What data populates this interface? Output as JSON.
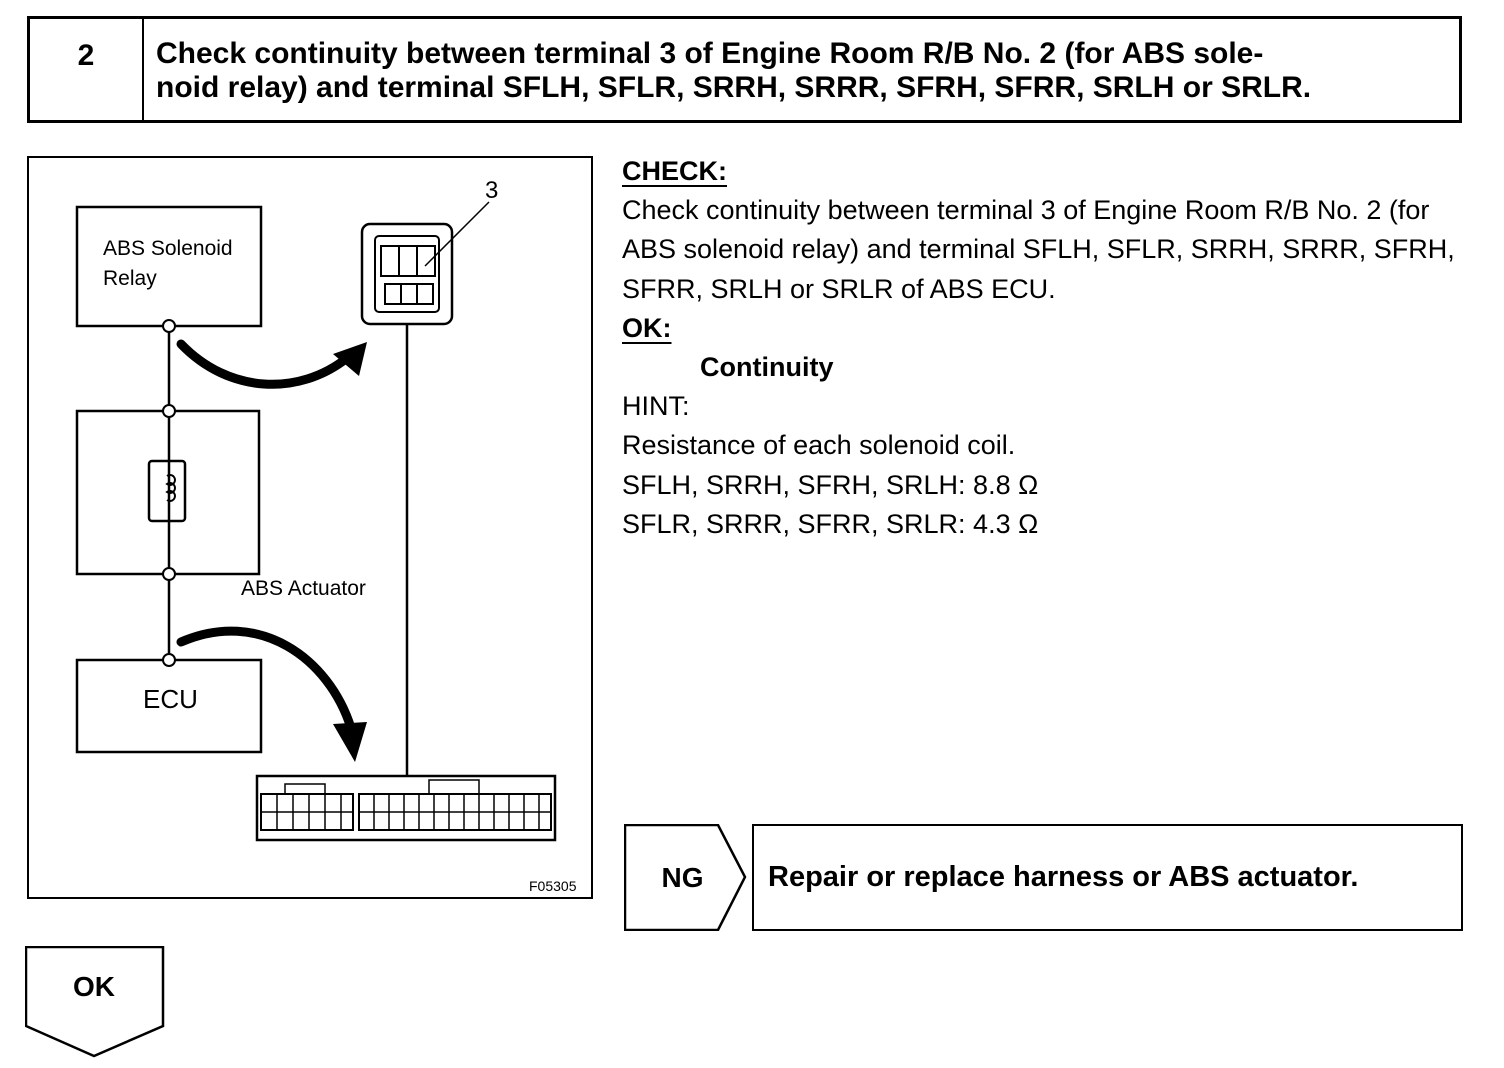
{
  "step": {
    "number": "2",
    "title": "Check continuity between terminal 3 of Engine Room R/B No. 2 (for ABS sole-\nnoid relay) and terminal SFLH, SFLR, SRRH, SRRR, SFRH, SFRR, SRLH or SRLR."
  },
  "diagram": {
    "relay_label_line1": "ABS Solenoid",
    "relay_label_line2": "Relay",
    "actuator_label": "ABS Actuator",
    "ecu_label": "ECU",
    "terminal_number": "3",
    "figure_code": "F05305"
  },
  "check": {
    "heading": "CHECK:",
    "instruction": "Check continuity between terminal 3 of Engine Room R/B No. 2 (for ABS solenoid relay) and terminal SFLH, SFLR, SRRH, SRRR, SFRH, SFRR, SRLH or SRLR of ABS ECU.",
    "ok_heading": "OK:",
    "ok_result": "Continuity",
    "hint_heading": "HINT:",
    "hint_line1": "Resistance of each solenoid coil.",
    "hint_line2": "SFLH, SRRH, SFRH, SRLH: 8.8 Ω",
    "hint_line3": "SFLR, SRRR, SFRR, SRLR: 4.3 Ω"
  },
  "ng": {
    "label": "NG",
    "action": "Repair or replace harness or ABS actuator."
  },
  "ok": {
    "label": "OK"
  }
}
